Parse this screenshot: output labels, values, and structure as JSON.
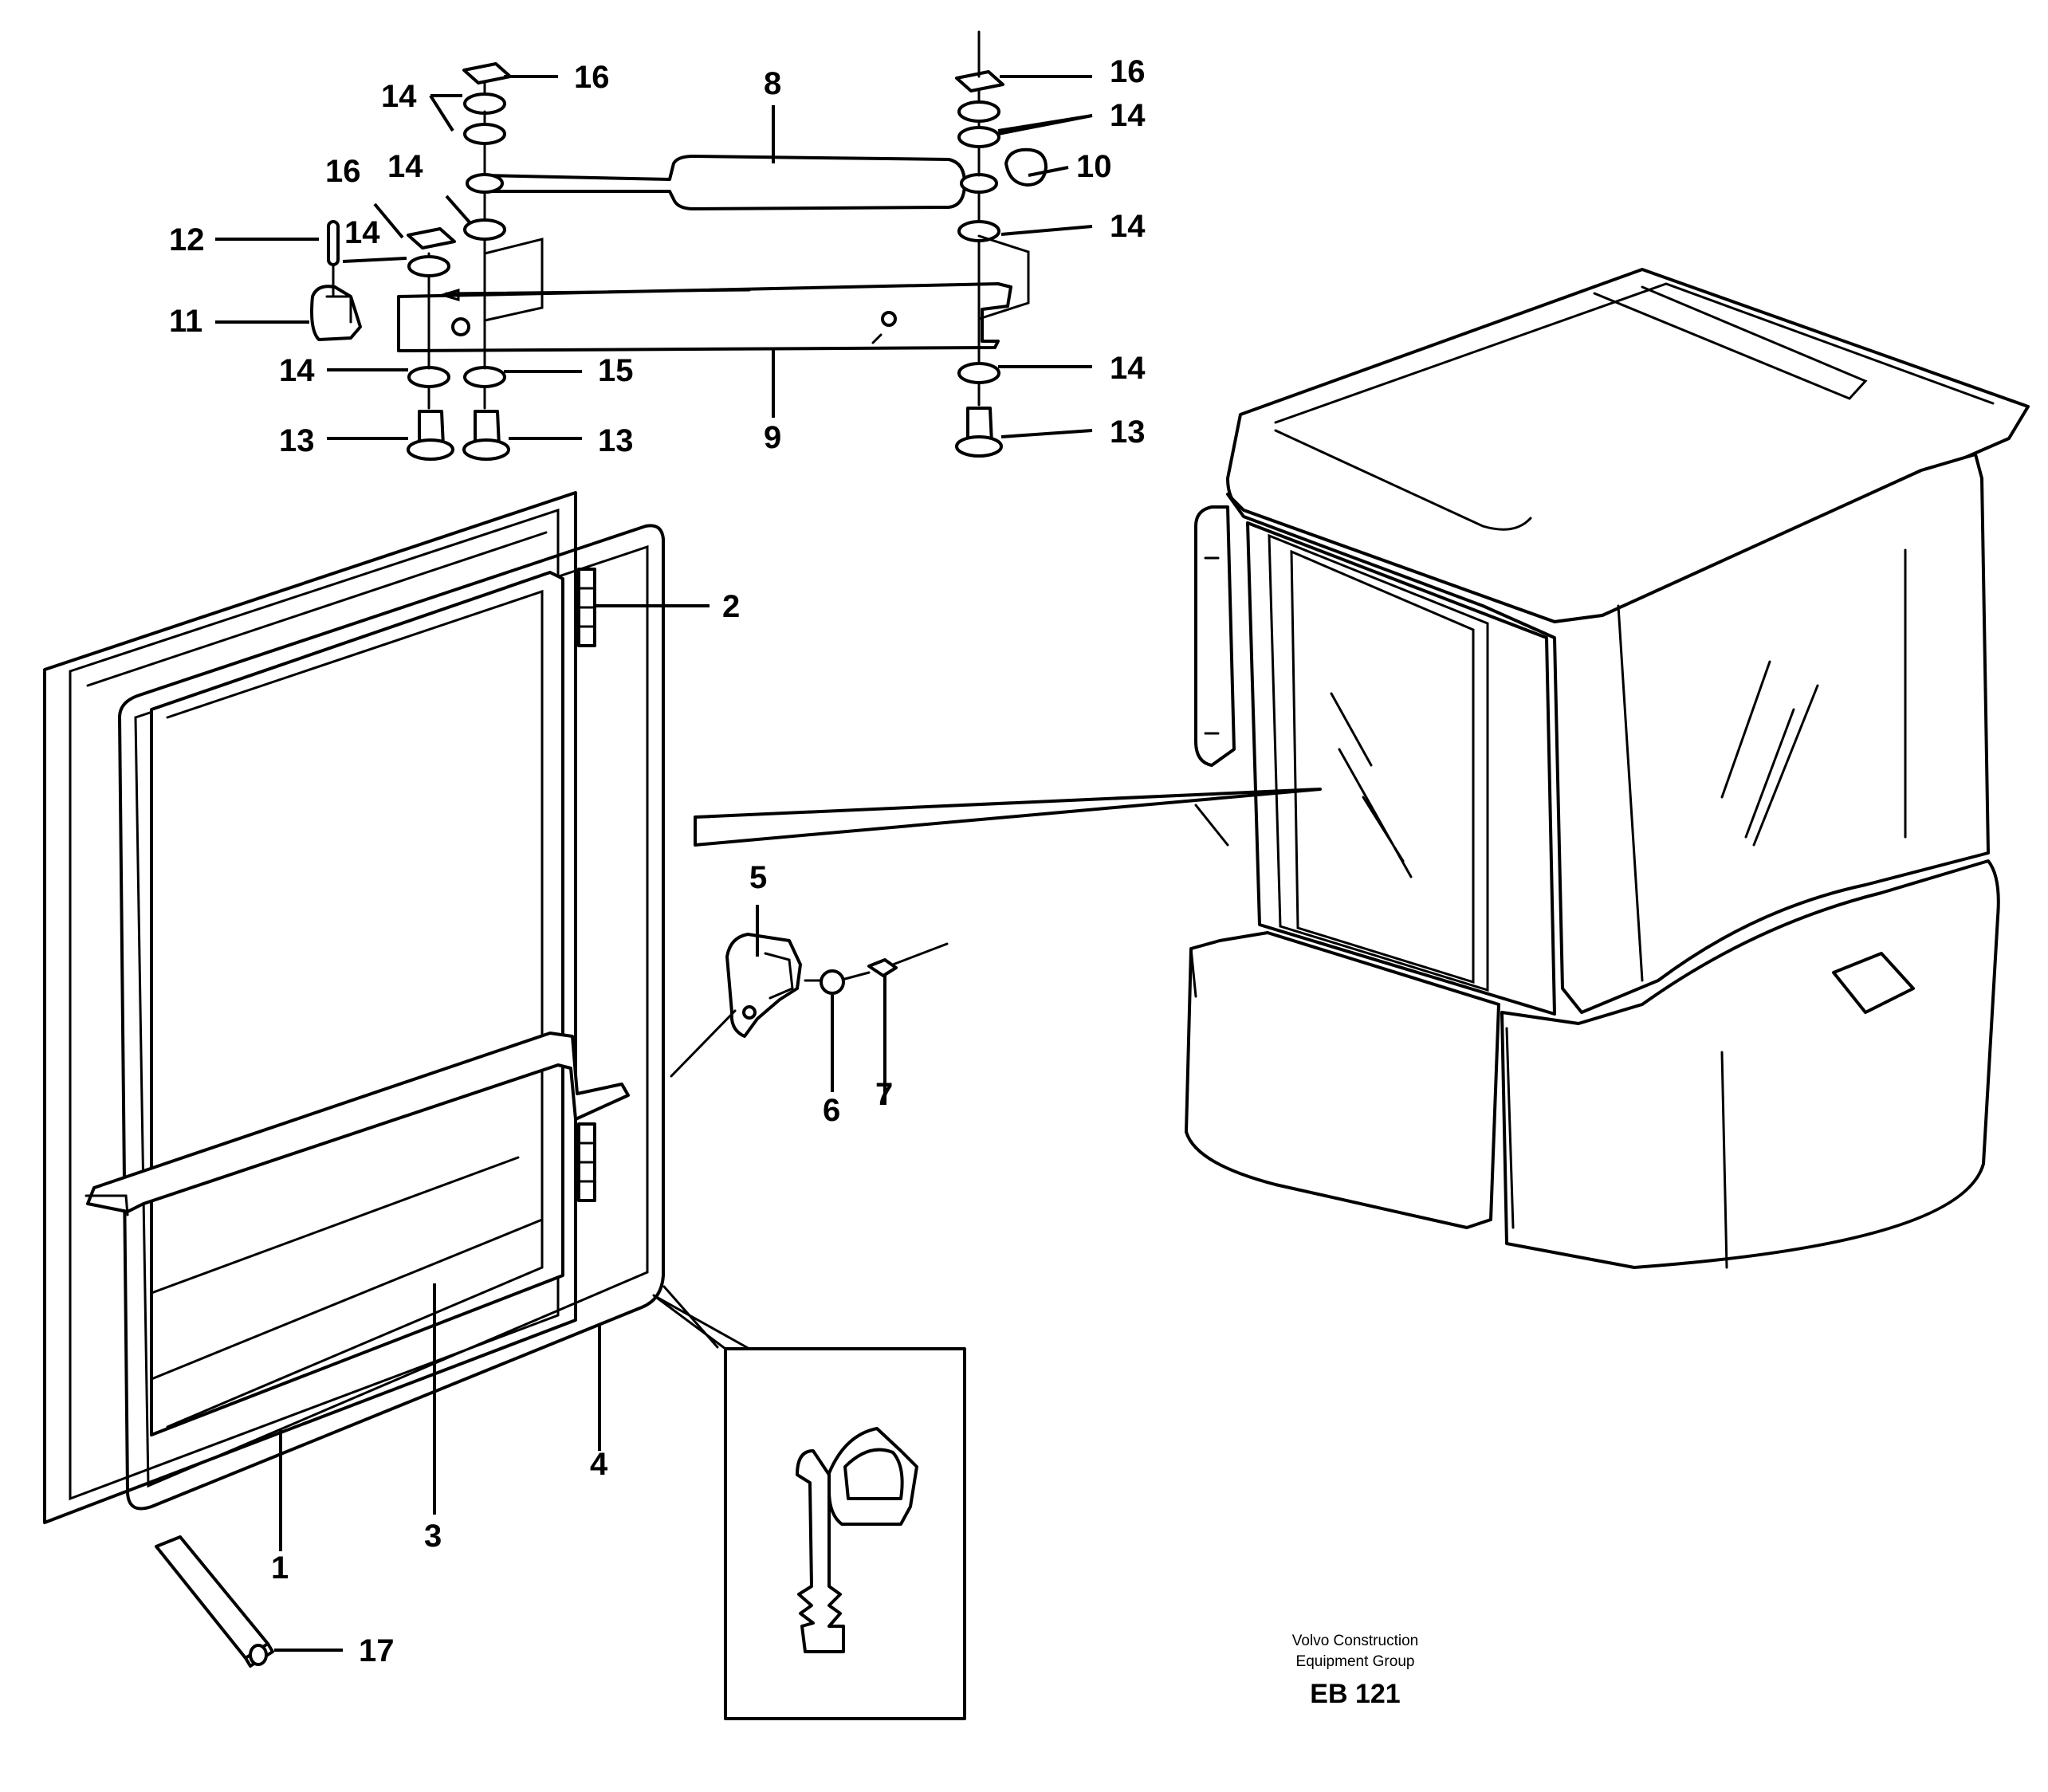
{
  "diagram": {
    "title": "",
    "part_numbers": {
      "p1": "1",
      "p2": "2",
      "p3": "3",
      "p4": "4",
      "p5": "5",
      "p6": "6",
      "p7": "7",
      "p8": "8",
      "p9": "9",
      "p10": "10",
      "p11": "11",
      "p12": "12",
      "p13": "13",
      "p14": "14",
      "p15": "15",
      "p16": "16",
      "p17": "17"
    },
    "credit_line1": "Volvo Construction",
    "credit_line2": "Equipment Group",
    "drawing_code": "EB 121"
  }
}
